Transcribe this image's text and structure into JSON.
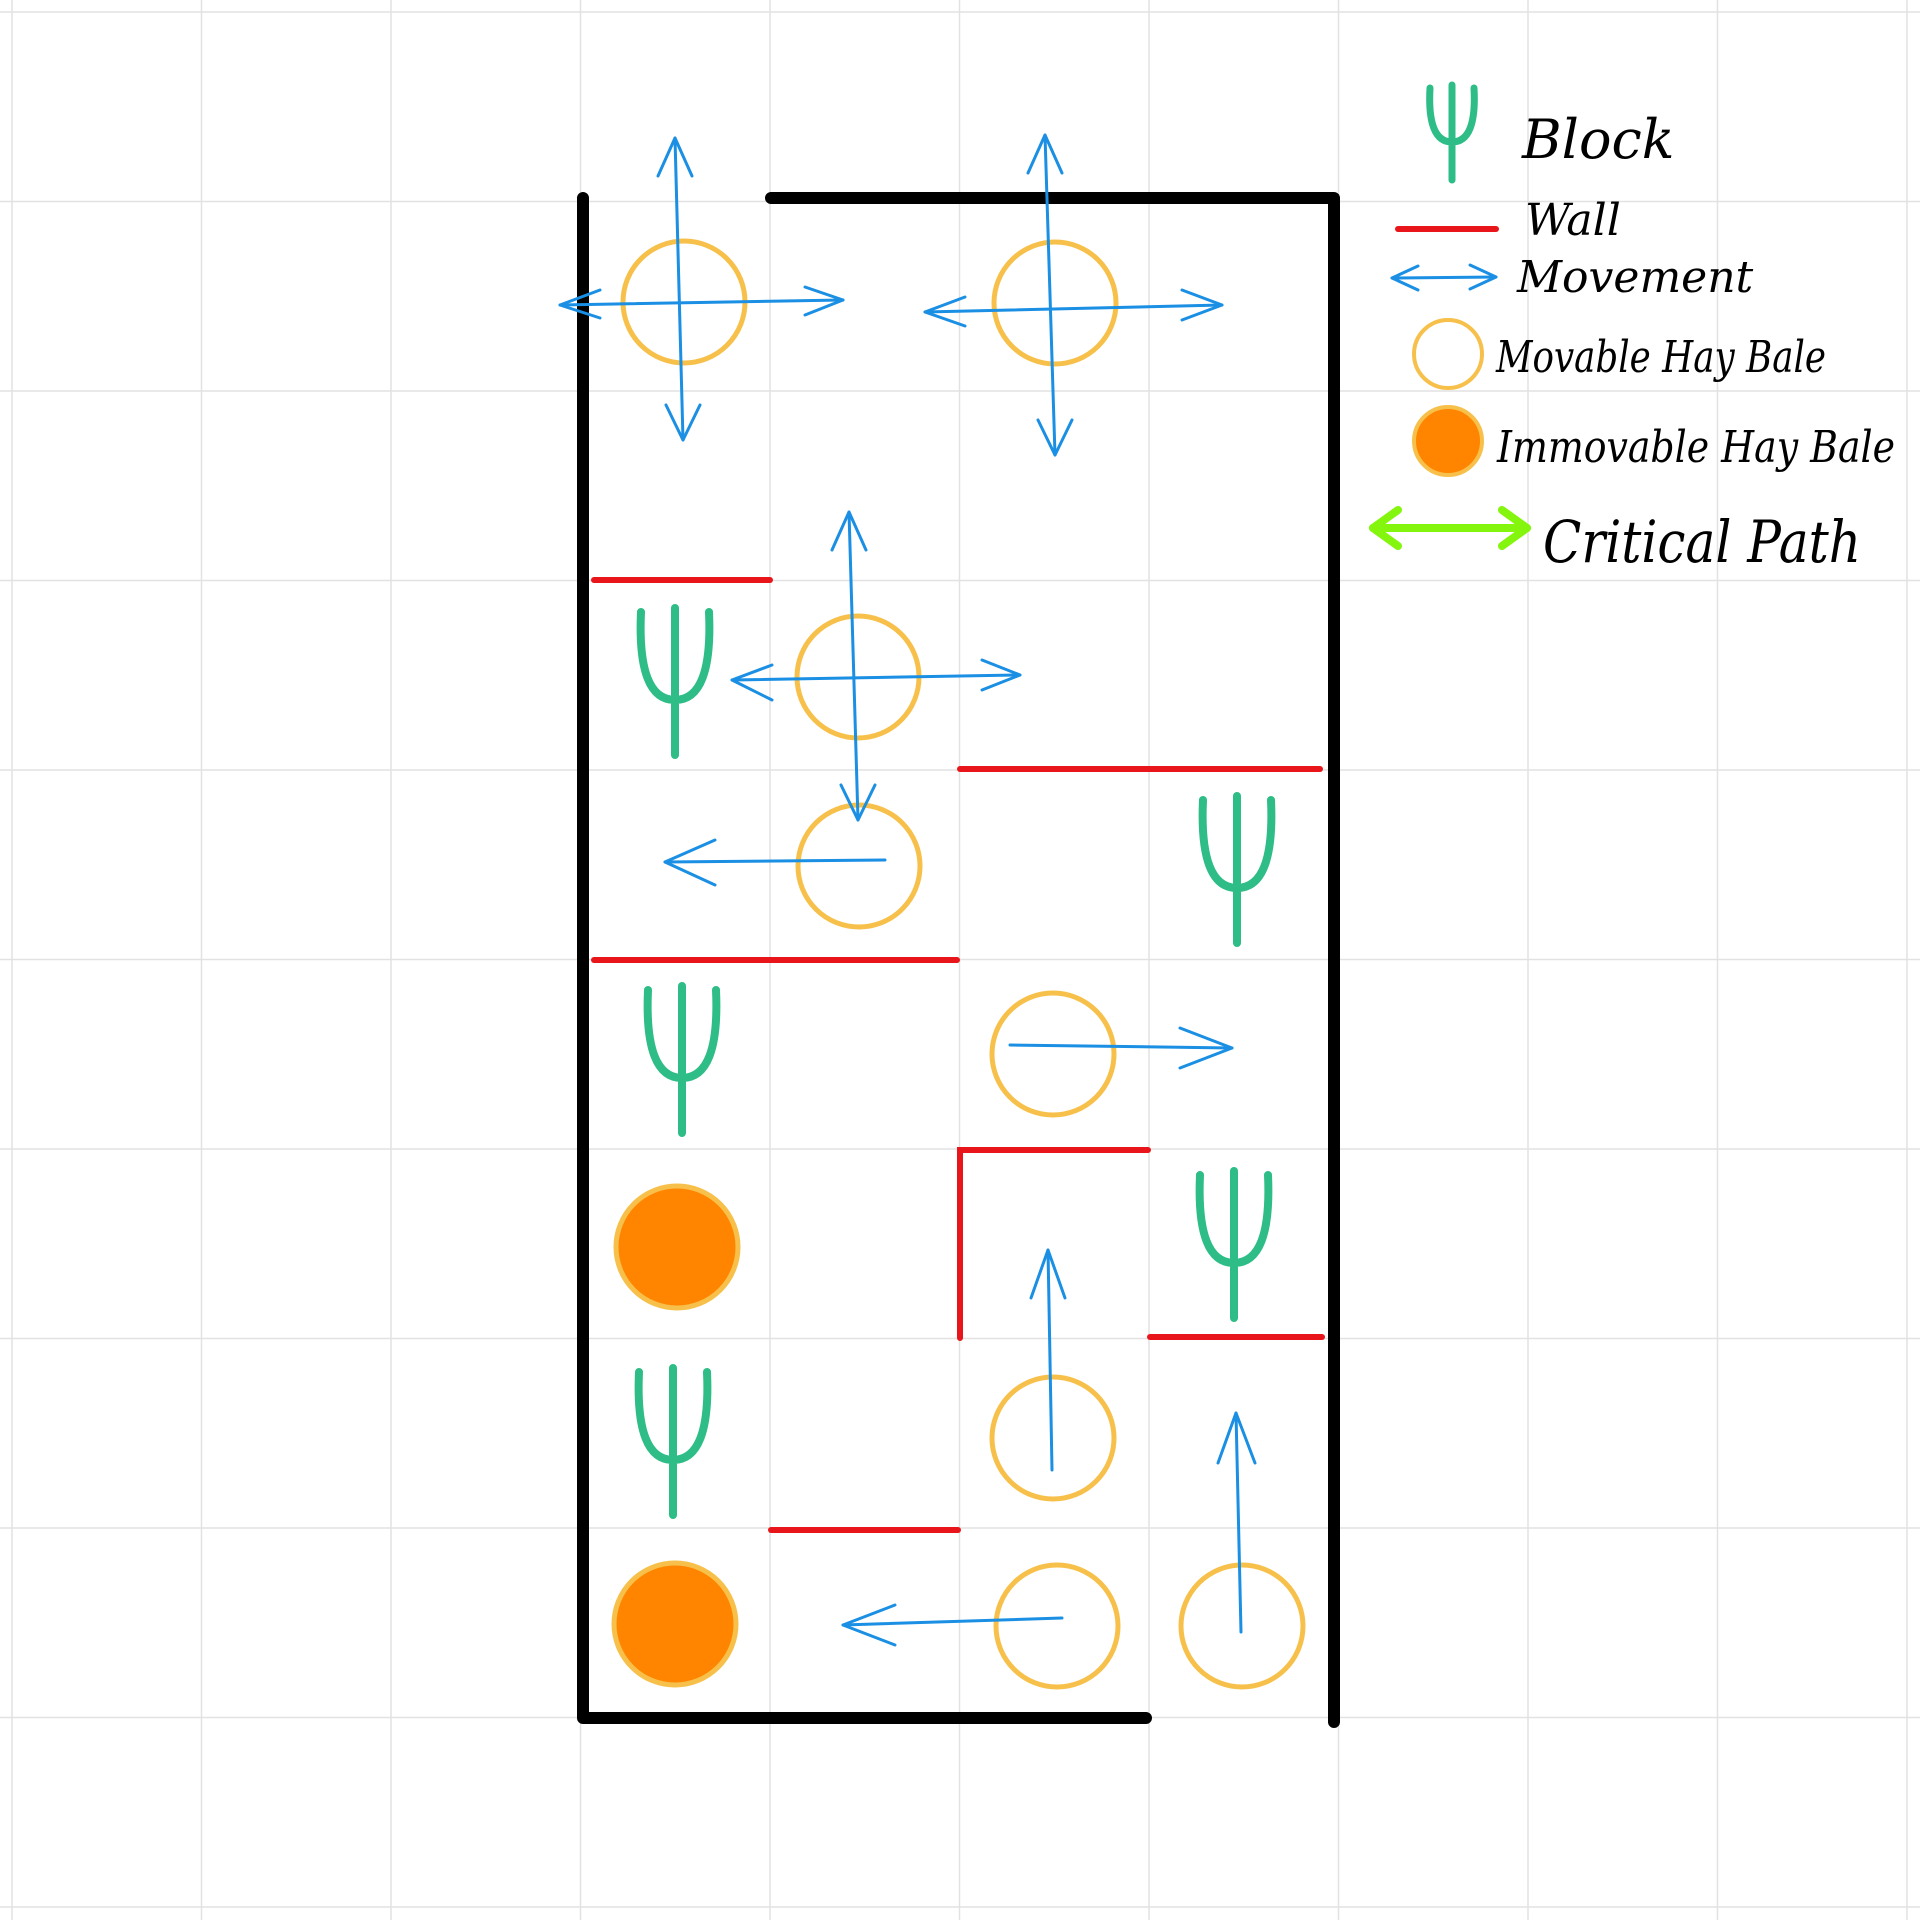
{
  "colors": {
    "grid": "#e2e2e2",
    "outer_wall": "#000000",
    "wall": "#e8161b",
    "movement": "#1a8fe3",
    "block": "#2ebd87",
    "bale_outline": "#f7c04a",
    "immovable_fill": "#ff8500",
    "critical_path": "#84f50c"
  },
  "legend": {
    "block": "Block",
    "wall": "Wall",
    "movement": "Movement",
    "movable": "Movable Hay Bale",
    "immovable": "Immovable Hay Bale",
    "critical": "Critical Path"
  },
  "icons": {
    "block": "trident-block-icon",
    "wall": "red-line-icon",
    "movement": "double-arrow-icon",
    "movable": "hollow-circle-icon",
    "immovable": "filled-circle-icon",
    "critical": "green-double-arrow-icon"
  }
}
